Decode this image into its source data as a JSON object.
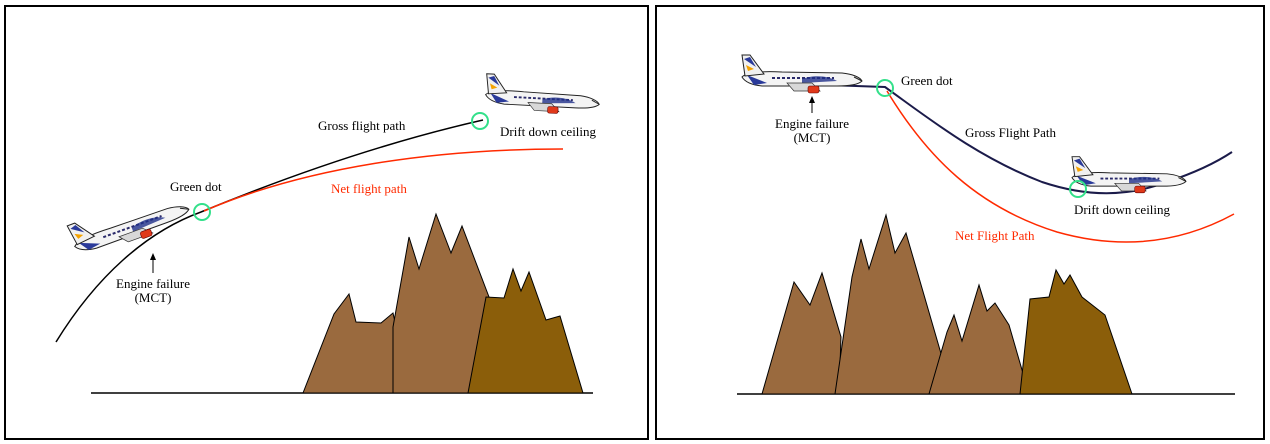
{
  "colors": {
    "gross_path": "#000000",
    "gross_path_right": "#1b1b4a",
    "net_path": "#ff2a00",
    "green_dot": "#33e08a",
    "mountain_light": "#9a6a3e",
    "mountain_dark": "#8b5e0a",
    "engine": "#e0391a"
  },
  "icons": [
    "airplane-icon",
    "engine-failure-arrow-icon",
    "green-dot-marker-icon"
  ],
  "left_panel": {
    "gross_label": "Gross flight path",
    "net_label": "Net flight path",
    "green_dot_label": "Green dot",
    "ceiling_label": "Drift down ceiling",
    "engine_failure_line1": "Engine failure",
    "engine_failure_line2": "(MCT)"
  },
  "right_panel": {
    "gross_label": "Gross Flight Path",
    "net_label": "Net Flight Path",
    "green_dot_label": "Green dot",
    "ceiling_label": "Drift down ceiling",
    "engine_failure_line1": "Engine failure",
    "engine_failure_line2": "(MCT)"
  }
}
